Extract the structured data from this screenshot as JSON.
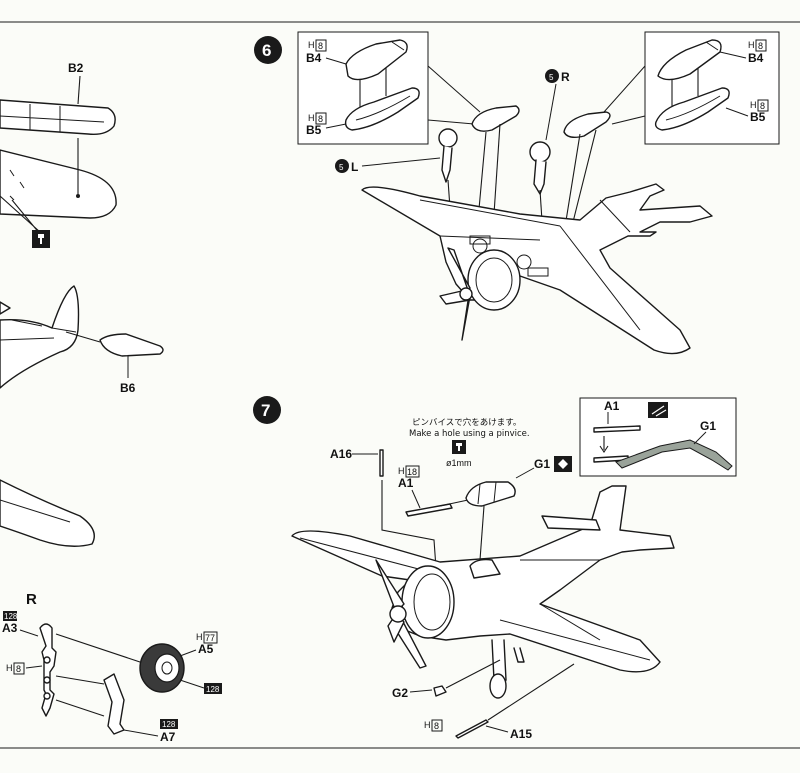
{
  "steps": {
    "six": {
      "number": "6",
      "inset_left": {
        "paint_code": "H",
        "paint_num": "8",
        "part_top": "B4",
        "part_bottom": "B5",
        "paint_code_2": "H",
        "paint_num_2": "8"
      },
      "inset_right": {
        "paint_code": "H",
        "paint_num": "8",
        "part_top": "B4",
        "part_bottom": "B5",
        "paint_code_2": "H",
        "paint_num_2": "8"
      },
      "ref_right": {
        "circle": "5",
        "letter": "R"
      },
      "ref_left": {
        "circle": "5",
        "letter": "L"
      }
    },
    "seven": {
      "number": "7",
      "note_jp": "ピンバイスで穴をあけます。",
      "note_en": "Make a hole using a pinvice.",
      "drill": "ø1mm",
      "parts": {
        "a16": "A16",
        "a1": "A1",
        "a1_paint_code": "H",
        "a1_paint_num": "18",
        "g1": "G1",
        "g2": "G2",
        "a15": "A15",
        "a15_paint_code": "H",
        "a15_paint_num": "8"
      },
      "inset": {
        "a1": "A1",
        "g1": "G1"
      }
    }
  },
  "left_column": {
    "b2": "B2",
    "b6": "B6",
    "r_heading": "R",
    "a3_code": "128",
    "a3": "A3",
    "h8_code": "H",
    "h8_num": "8",
    "a5_code": "H",
    "a5_num": "77",
    "a5": "A5",
    "tire_code": "128",
    "a7_code": "128",
    "a7": "A7"
  }
}
